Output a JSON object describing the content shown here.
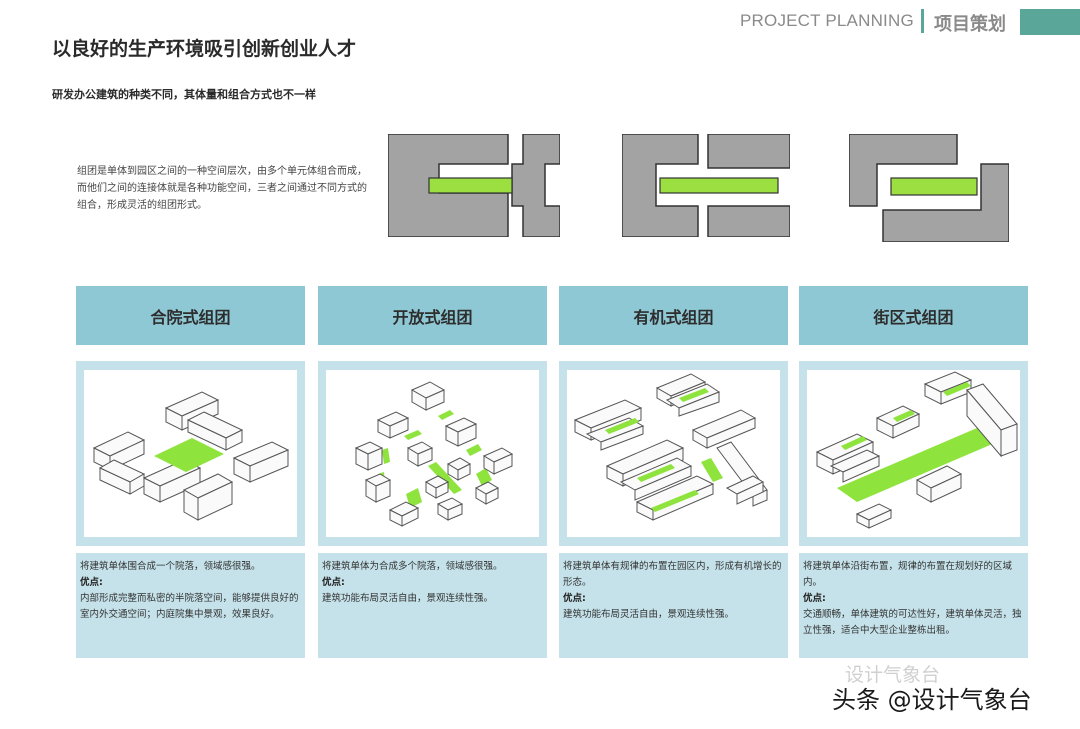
{
  "header": {
    "en": "PROJECT PLANNING",
    "cn": "项目策划",
    "accent": "#5aa79a"
  },
  "title": "以良好的生产环境吸引创新创业人才",
  "subtitle": "研发办公建筑的种类不同，其体量和组合方式也不一样",
  "intro": "组团是单体到园区之间的一种空间层次，由多个单元体组合而成，而他们之间的连接体就是各种功能空间，三者之间通过不同方式的组合，形成灵活的组团形式。",
  "colors": {
    "header_fill": "#8fc8d5",
    "panel_fill": "#c5e2ea",
    "mass_gray": "#a3a3a3",
    "green": "#9be040"
  },
  "columns": [
    {
      "title": "合院式组团",
      "desc": "将建筑单体围合成一个院落，领域感很强。",
      "adv_label": "优点:",
      "adv": "内部形成完整而私密的半院落空间，能够提供良好的室内外交通空间；内庭院集中景观，效果良好。"
    },
    {
      "title": "开放式组团",
      "desc": "将建筑单体为合成多个院落，领域感很强。",
      "adv_label": "优点:",
      "adv": "建筑功能布局灵活自由，景观连续性强。"
    },
    {
      "title": "有机式组团",
      "desc": "将建筑单体有规律的布置在园区内，形成有机增长的形态。",
      "adv_label": "优点:",
      "adv": "建筑功能布局灵活自由，景观连续性强。"
    },
    {
      "title": "街区式组团",
      "desc": "将建筑单体沿街布置，规律的布置在规划好的区域内。",
      "adv_label": "优点:",
      "adv": "交通顺畅，单体建筑的可达性好，建筑单体灵活，独立性强，适合中大型企业整栋出租。"
    }
  ],
  "watermark": {
    "faint": "设计气象台",
    "main": "头条 @设计气象台"
  }
}
